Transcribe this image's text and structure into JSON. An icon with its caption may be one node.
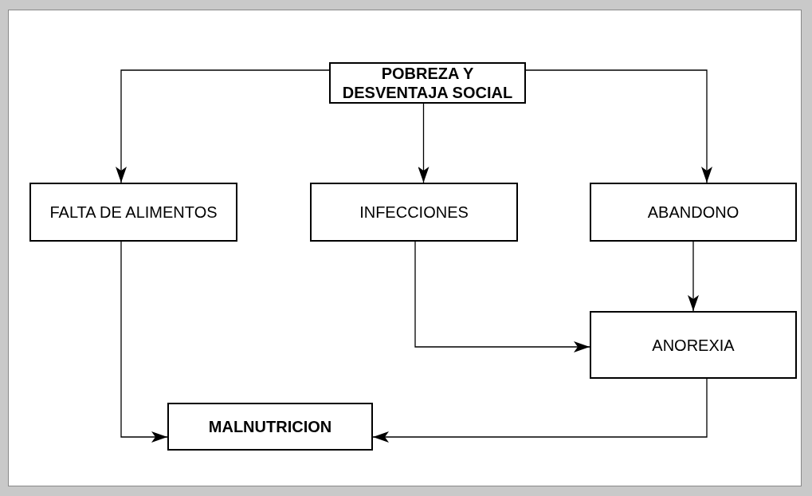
{
  "diagram": {
    "nodes": [
      {
        "text": [
          "POBREZA Y DESVENTAJA SOCIAL"
        ]
      },
      {
        "text": [
          "FALTA DE ALIMENTOS"
        ]
      },
      {
        "text": [
          "INFECCIONES"
        ]
      },
      {
        "text": [
          "ABANDONO"
        ]
      },
      {
        "text": [
          "ANOREXIA"
        ]
      },
      {
        "text": [
          "MALNUTRICION"
        ]
      }
    ],
    "edges": [
      {
        "from": 0,
        "to": 1,
        "arrow": "to"
      },
      {
        "from": 0,
        "to": 2,
        "arrow": "to"
      },
      {
        "from": 0,
        "to": 3,
        "arrow": "to"
      },
      {
        "from": 3,
        "to": 4,
        "arrow": "to"
      },
      {
        "from": 2,
        "to": 4,
        "arrow": "to"
      },
      {
        "from": 1,
        "to": 5,
        "arrow": "to"
      },
      {
        "from": 4,
        "to": 5,
        "arrow": "to"
      }
    ]
  }
}
